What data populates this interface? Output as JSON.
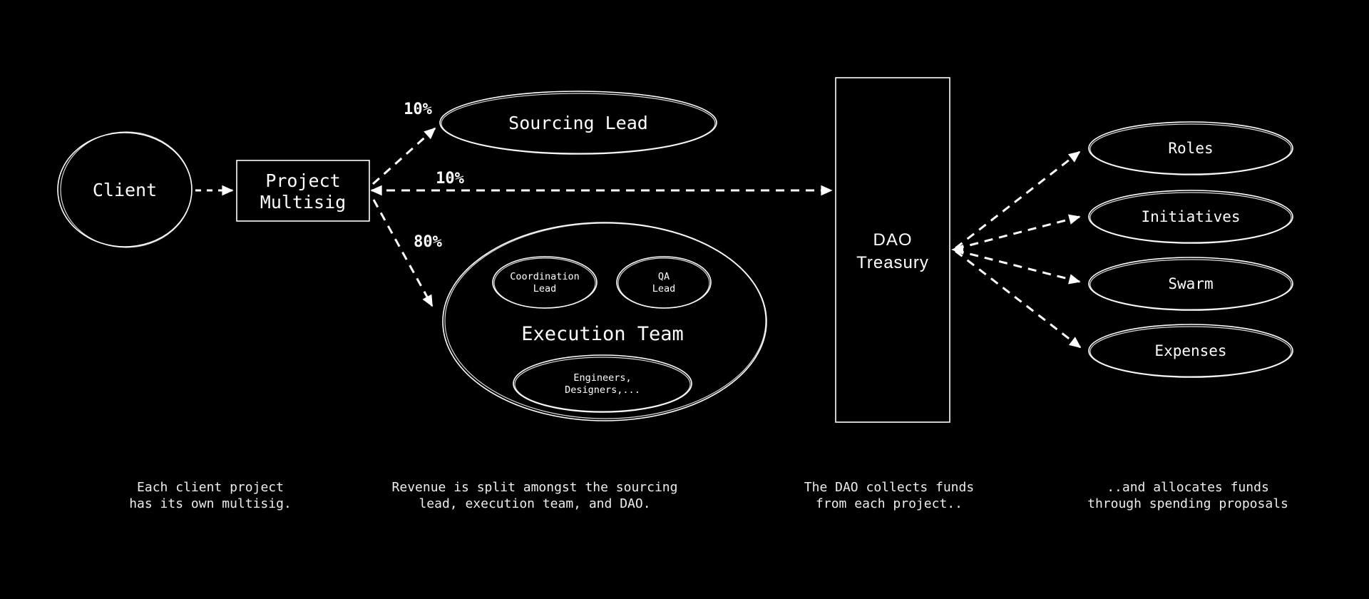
{
  "diagram": {
    "colors": {
      "background": "#000000",
      "stroke": "#ffffff",
      "caption_text": "#ededed"
    },
    "nodes": {
      "client": {
        "label": "Client"
      },
      "project_multisig": {
        "line1": "Project",
        "line2": "Multisig"
      },
      "sourcing_lead": {
        "label": "Sourcing Lead"
      },
      "execution_team": {
        "label": "Execution Team",
        "coordination_lead": {
          "line1": "Coordination",
          "line2": "Lead"
        },
        "qa_lead": {
          "line1": "QA",
          "line2": "Lead"
        },
        "members": {
          "line1": "Engineers,",
          "line2": "Designers,..."
        }
      },
      "dao_treasury": {
        "line1": "DAO",
        "line2": "Treasury"
      },
      "allocations": [
        {
          "label": "Roles"
        },
        {
          "label": "Initiatives"
        },
        {
          "label": "Swarm"
        },
        {
          "label": "Expenses"
        }
      ]
    },
    "edge_labels": {
      "to_sourcing_lead": "10%",
      "to_dao_treasury": "10%",
      "to_execution_team": "80%"
    },
    "captions": [
      {
        "line1": "Each client project",
        "line2": "has its own multisig."
      },
      {
        "line1": "Revenue is split amongst the sourcing",
        "line2": "lead, execution team, and DAO."
      },
      {
        "line1": "The DAO collects funds",
        "line2": "from each project.."
      },
      {
        "line1": "..and allocates funds",
        "line2": "through spending proposals"
      }
    ]
  }
}
